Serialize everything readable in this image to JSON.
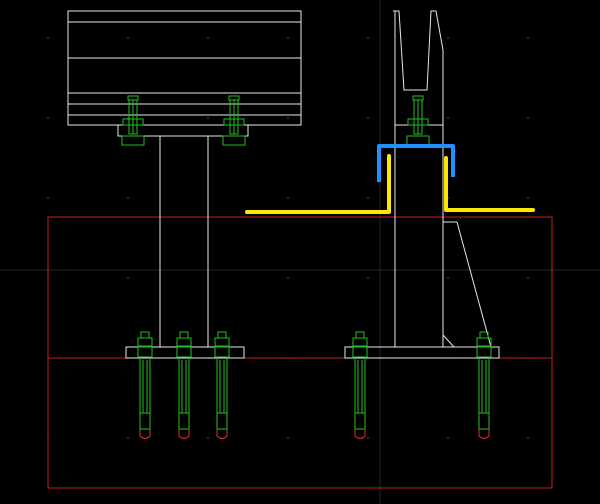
{
  "drawing": {
    "background": "#000000",
    "colors": {
      "outline": "#e8e8e8",
      "frame": "#c81e1e",
      "bolt": "#20c020",
      "bolt_tip": "#e03030",
      "grid_dot": "#555555",
      "crosshair": "#2a2a2a",
      "highlight_blue": "#1e90ff",
      "highlight_yellow": "#ffe600"
    },
    "elements": {
      "left_beam": "left-beam",
      "right_bracket": "right-bracket",
      "foundation": "foundation-frame",
      "anchor_bolts": [
        "anchor-bolt-1",
        "anchor-bolt-2",
        "anchor-bolt-3",
        "anchor-bolt-4",
        "anchor-bolt-5"
      ],
      "top_bolts": [
        "top-bolt-1",
        "top-bolt-2",
        "top-bolt-3"
      ]
    }
  }
}
